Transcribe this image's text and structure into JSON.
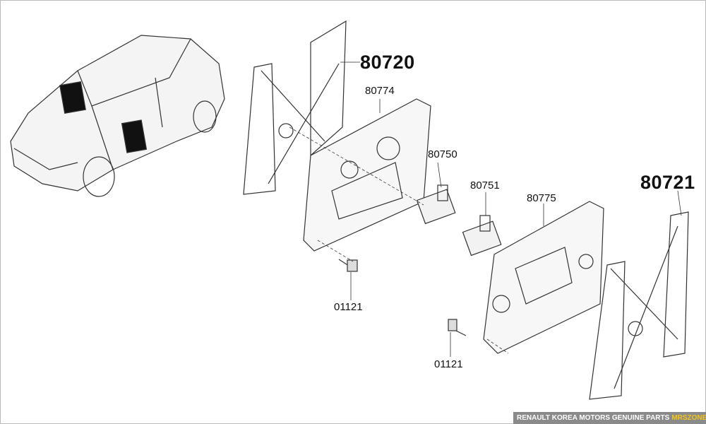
{
  "labels": {
    "front_regulator": "80720",
    "rear_regulator": "80721",
    "front_panel": "80774",
    "rear_panel": "80775",
    "front_motor": "80750",
    "rear_motor": "80751",
    "bolt_front": "01121",
    "bolt_rear": "01121"
  },
  "footer": {
    "text": "RENAULT KOREA MOTORS GENUINE PARTS",
    "brand": "MRSZONE",
    "accent_color": "#f5c518"
  }
}
